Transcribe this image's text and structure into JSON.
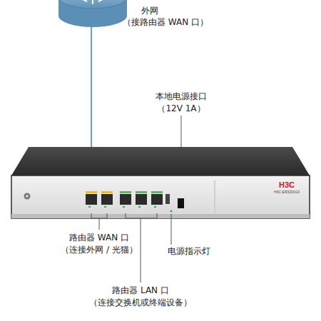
{
  "diagram": {
    "labels": [
      "外网",
      "（接路由器 WAN 口）",
      "本地电源接口",
      "（12V 1A）",
      "H3C",
      "H3C ER3200G3",
      "路由器 WAN 口",
      "（连接外网 / 光猫）",
      "电源指示灯",
      "路由器 LAN 口",
      "（连接交换机或终端设备）"
    ]
  }
}
